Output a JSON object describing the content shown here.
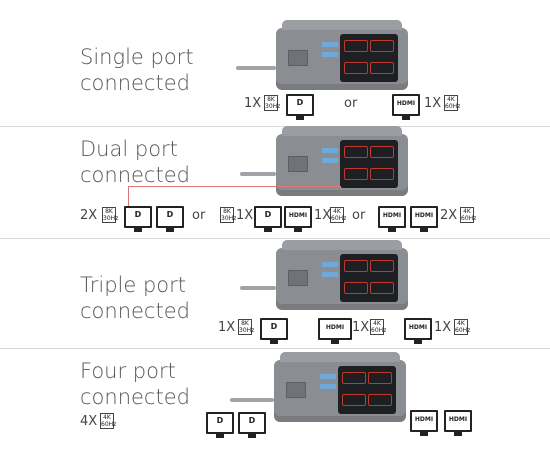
{
  "sections": [
    {
      "title": "Single port\nconnected"
    },
    {
      "title": "Dual port\nconnected"
    },
    {
      "title": "Triple port\nconnected"
    },
    {
      "title": "Four port\nconnected"
    }
  ],
  "labels": {
    "x1": "1X",
    "x2": "2X",
    "x4": "4X",
    "or": "or",
    "dp": "D",
    "hdmi": "HDMI",
    "k8": "8K",
    "k4": "4K",
    "hz30": "30Hz",
    "hz60": "60Hz"
  },
  "colors": {
    "port_red": "#c0392b",
    "dock_grey": "#8a8d91",
    "panel_black": "#1e1f22",
    "usb_blue": "#6fa9d8"
  }
}
